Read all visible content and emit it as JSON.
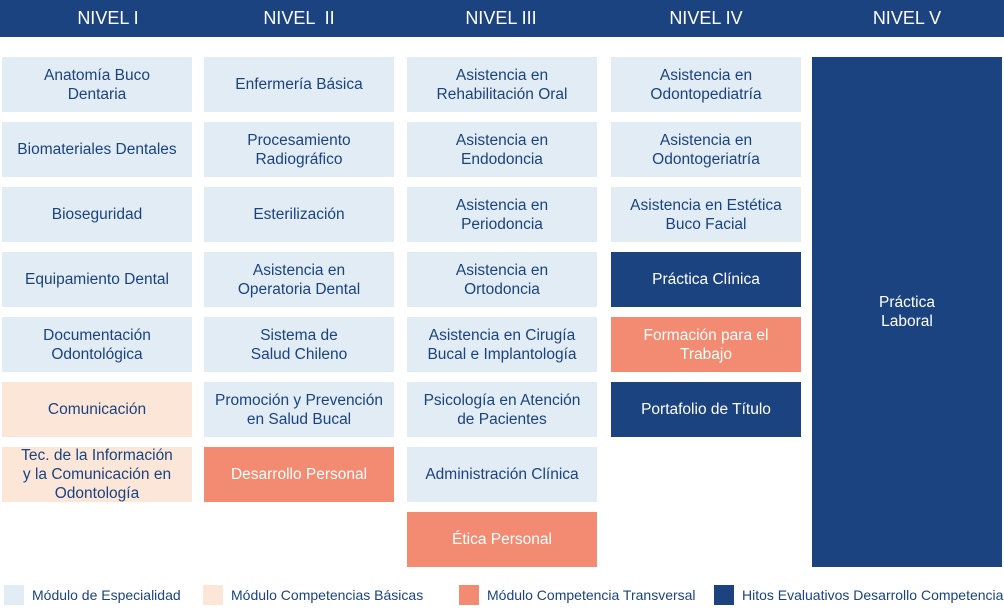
{
  "colors": {
    "header": "#1a4380",
    "especialidad": "#e2ecf4",
    "basicas": "#fbe6d7",
    "transversal": "#f28b72",
    "hitos": "#1a4380"
  },
  "levels": [
    "NIVEL I",
    "NIVEL  II",
    "NIVEL III",
    "NIVEL IV",
    "NIVEL V"
  ],
  "columns": [
    {
      "modules": [
        {
          "label": "Anatomía Buco\nDentaria",
          "type": "especialidad"
        },
        {
          "label": "Biomateriales Dentales",
          "type": "especialidad"
        },
        {
          "label": "Bioseguridad",
          "type": "especialidad"
        },
        {
          "label": "Equipamiento Dental",
          "type": "especialidad"
        },
        {
          "label": "Documentación\nOdontológica",
          "type": "especialidad"
        },
        {
          "label": "Comunicación",
          "type": "basicas"
        },
        {
          "label": "Tec. de la Información\ny la Comunicación en\nOdontología",
          "type": "basicas"
        }
      ]
    },
    {
      "modules": [
        {
          "label": "Enfermería Básica",
          "type": "especialidad"
        },
        {
          "label": "Procesamiento\nRadiográfico",
          "type": "especialidad"
        },
        {
          "label": "Esterilización",
          "type": "especialidad"
        },
        {
          "label": "Asistencia en\nOperatoria Dental",
          "type": "especialidad"
        },
        {
          "label": "Sistema de\nSalud Chileno",
          "type": "especialidad"
        },
        {
          "label": "Promoción y Prevención\nen Salud Bucal",
          "type": "especialidad"
        },
        {
          "label": "Desarrollo Personal",
          "type": "transversal"
        }
      ]
    },
    {
      "modules": [
        {
          "label": "Asistencia en\nRehabilitación Oral",
          "type": "especialidad"
        },
        {
          "label": "Asistencia en\nEndodoncia",
          "type": "especialidad"
        },
        {
          "label": "Asistencia en\nPeriodoncia",
          "type": "especialidad"
        },
        {
          "label": "Asistencia en\nOrtodoncia",
          "type": "especialidad"
        },
        {
          "label": "Asistencia en Cirugía\nBucal e Implantología",
          "type": "especialidad"
        },
        {
          "label": "Psicología en Atención\nde Pacientes",
          "type": "especialidad"
        },
        {
          "label": "Administración Clínica",
          "type": "especialidad"
        },
        {
          "label": "Ética Personal",
          "type": "transversal"
        }
      ]
    },
    {
      "modules": [
        {
          "label": "Asistencia en\nOdontopediatría",
          "type": "especialidad"
        },
        {
          "label": "Asistencia en\nOdontogeriatría",
          "type": "especialidad"
        },
        {
          "label": "Asistencia en Estética\nBuco Facial",
          "type": "especialidad"
        },
        {
          "label": "Práctica Clínica",
          "type": "hitos"
        },
        {
          "label": "Formación para el\nTrabajo",
          "type": "transversal"
        },
        {
          "label": "Portafolio de Título",
          "type": "hitos"
        }
      ]
    },
    {
      "modules": [
        {
          "label": "Práctica\nLaboral",
          "type": "hitos"
        }
      ]
    }
  ],
  "legend": [
    {
      "label": "Módulo de Especialidad",
      "type": "especialidad"
    },
    {
      "label": "Módulo Competencias Básicas",
      "type": "basicas"
    },
    {
      "label": "Módulo Competencia Transversal",
      "type": "transversal"
    },
    {
      "label": "Hitos Evaluativos Desarrollo Competencias",
      "type": "hitos"
    }
  ]
}
